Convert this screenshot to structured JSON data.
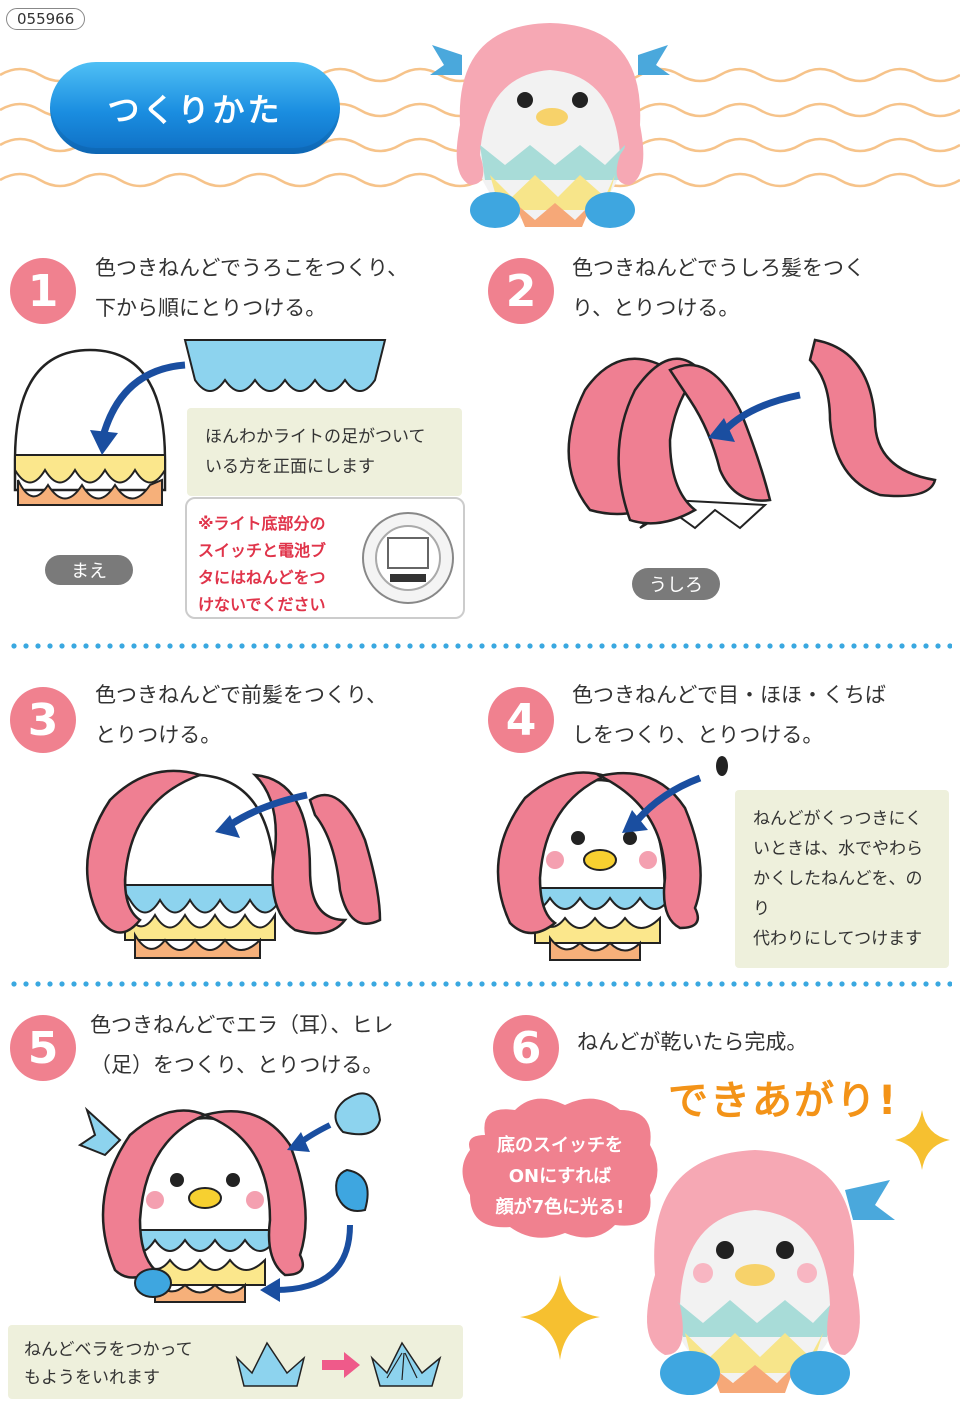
{
  "product_code": "055966",
  "title": "つくりかた",
  "steps": [
    {
      "number": "1",
      "text": "色つきねんどでうろこをつくり、\n下から順にとりつける。"
    },
    {
      "number": "2",
      "text": "色つきねんどでうしろ髪をつく\nり、とりつける。"
    },
    {
      "number": "3",
      "text": "色つきねんどで前髪をつくり、\nとりつける。"
    },
    {
      "number": "4",
      "text": "色つきねんどで目・ほほ・くちば\nしをつくり、とりつける。"
    },
    {
      "number": "5",
      "text": "色つきねんどでエラ（耳）、ヒレ\n（足）をつくり、とりつける。"
    },
    {
      "number": "6",
      "text": "ねんどが乾いたら完成。"
    }
  ],
  "notes": {
    "front_note": "ほんわかライトの足がついて\nいる方を正面にします",
    "warning": "※ライト底部分の\nスイッチと電池ブ\nタにはねんどをつ\nけないでください",
    "glue_note": "ねんどがくっつきにく\nいときは、水でやわら\nかくしたねんどを、のり\n代わりにしてつけます",
    "spatula_note": "ねんどベラをつかって\nもようをいれます"
  },
  "labels": {
    "front": "まえ",
    "back": "うしろ",
    "complete": "できあがり!",
    "switch_bubble": "底のスイッチを\nONにすれば\n顔が7色に光る!"
  },
  "colors": {
    "number_badge": "#f0818f",
    "hair_pink": "#ef7f92",
    "scale_blue": "#8dd3ee",
    "scale_yellow": "#fbe78c",
    "scale_orange": "#f6b07a",
    "arrow_blue": "#1a4ea0",
    "title_blue": "#1a8de0",
    "wave_orange": "#f6c38a",
    "dotline_blue": "#3aa8e0"
  }
}
